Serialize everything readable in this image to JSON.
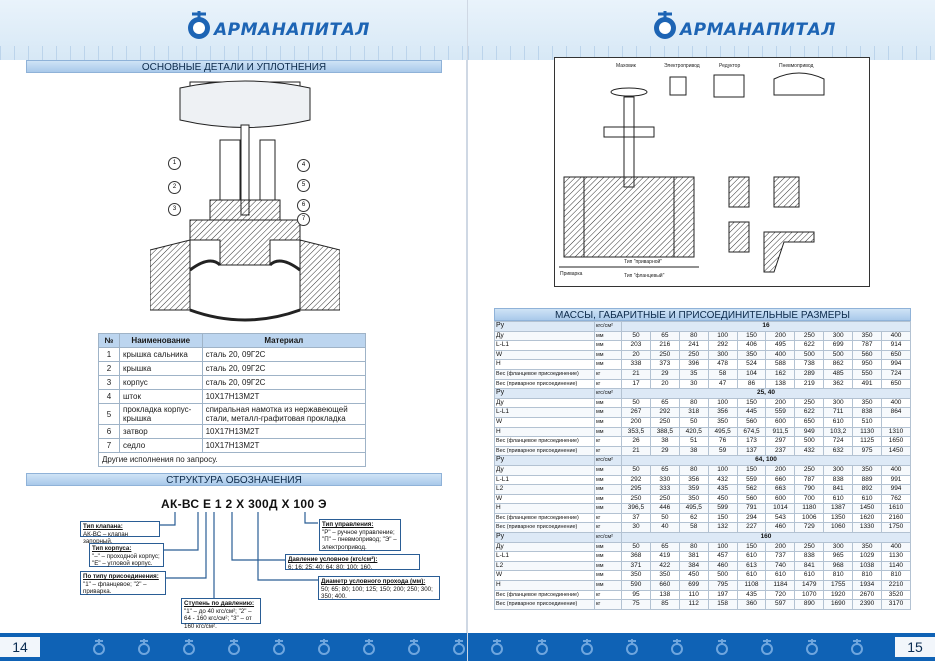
{
  "brand": {
    "name": "АРМАНАПИТАЛ"
  },
  "left_page": {
    "section1_title": "ОСНОВНЫЕ ДЕТАЛИ И УПЛОТНЕНИЯ",
    "callouts": [
      "1",
      "2",
      "3",
      "4",
      "5",
      "6",
      "7"
    ],
    "materials_table": {
      "headers": [
        "№",
        "Наименование",
        "Материал"
      ],
      "rows": [
        [
          "1",
          "крышка сальника",
          "сталь 20, 09Г2С"
        ],
        [
          "2",
          "крышка",
          "сталь 20, 09Г2С"
        ],
        [
          "3",
          "корпус",
          "сталь 20, 09Г2С"
        ],
        [
          "4",
          "шток",
          "10Х17Н13М2Т"
        ],
        [
          "5",
          "прокладка корпус-крышка",
          "спиральная намотка из нержавеющей стали, металл-графитовая прокладка"
        ],
        [
          "6",
          "затвор",
          "10Х17Н13М2Т"
        ],
        [
          "7",
          "седло",
          "10Х17Н13М2Т"
        ]
      ],
      "note": "Другие исполнения по запросу."
    },
    "section2_title": "СТРУКТУРА ОБОЗНАЧЕНИЯ",
    "code": "АК-ВС Е 1 2 Х 300Д Х 100 Э",
    "legend": {
      "valve_type": {
        "title": "Тип клапана:",
        "text": "АК-ВС – клапан запорный."
      },
      "body_type": {
        "title": "Тип корпуса:",
        "text": "\"–\" – проходной корпус; \"Е\" – угловой корпус."
      },
      "connection": {
        "title": "По типу присоединения:",
        "text": "\"1\" – фланцевое; \"2\" – приварка."
      },
      "pressure_step": {
        "title": "Ступень по давлению:",
        "text": "\"1\" – до 40 кгс/см²; \"2\" – 64 - 160 кгс/см²; \"3\" – от 160 кгс/см²."
      },
      "control": {
        "title": "Тип управления:",
        "text": "\"Р\" – ручное управление; \"П\" – пневмопривод; \"Э\" – электропривод."
      },
      "pressure": {
        "title": "Давление условное (кгс/см²):",
        "text": "6; 16; 25; 40; 64; 80; 100; 160."
      },
      "diameter": {
        "title": "Диаметр условного прохода (мм):",
        "text": "50; 65; 80; 100; 125; 150; 200; 250; 300; 350; 400."
      }
    },
    "page_number": "14"
  },
  "right_page": {
    "drawing_labels": {
      "manual": "Маховик",
      "electric": "Электропривод",
      "reducer": "Редуктор",
      "pneumatic": "Пневмопривод",
      "weld": "Тип \"приварной\"",
      "flange": "Тип \"фланцевый\"",
      "welding": "Приварка"
    },
    "table_title": "МАССЫ, ГАБАРИТНЫЕ И ПРИСОЕДИНИТЕЛЬНЫЕ РАЗМЕРЫ",
    "dims": {
      "blocks": [
        {
          "py": "16",
          "unit": "кгс/см²",
          "rows": [
            [
              "Ду",
              "мм",
              "50",
              "65",
              "80",
              "100",
              "150",
              "200",
              "250",
              "300",
              "350",
              "400"
            ],
            [
              "L-L1",
              "мм",
              "203",
              "216",
              "241",
              "292",
              "406",
              "495",
              "622",
              "699",
              "787",
              "914"
            ],
            [
              "W",
              "мм",
              "20",
              "250",
              "250",
              "300",
              "350",
              "400",
              "500",
              "500",
              "560",
              "650"
            ],
            [
              "H",
              "мм",
              "338",
              "373",
              "396",
              "478",
              "524",
              "588",
              "738",
              "862",
              "950",
              "994"
            ],
            [
              "Вес (фланцевое присоединение)",
              "кг",
              "21",
              "29",
              "35",
              "58",
              "104",
              "162",
              "289",
              "485",
              "550",
              "724"
            ],
            [
              "Вес (приварное присоединение)",
              "кг",
              "17",
              "20",
              "30",
              "47",
              "86",
              "138",
              "219",
              "362",
              "491",
              "650"
            ]
          ]
        },
        {
          "py": "25, 40",
          "unit": "кгс/см²",
          "rows": [
            [
              "Ду",
              "мм",
              "50",
              "65",
              "80",
              "100",
              "150",
              "200",
              "250",
              "300",
              "350",
              "400"
            ],
            [
              "L-L1",
              "мм",
              "267",
              "292",
              "318",
              "356",
              "445",
              "559",
              "622",
              "711",
              "838",
              "864"
            ],
            [
              "W",
              "мм",
              "200",
              "250",
              "50",
              "350",
              "560",
              "600",
              "650",
              "610",
              "510",
              ""
            ],
            [
              "H",
              "мм",
              "353,5",
              "388,5",
              "420,5",
              "495,5",
              "674,5",
              "911,5",
              "949",
              "103,2",
              "1130",
              "1310"
            ],
            [
              "Вес (фланцевое присоединение)",
              "кг",
              "26",
              "38",
              "51",
              "76",
              "173",
              "297",
              "500",
              "724",
              "1125",
              "1650"
            ],
            [
              "Вес (приварное присоединение)",
              "кг",
              "21",
              "29",
              "38",
              "59",
              "137",
              "237",
              "432",
              "632",
              "975",
              "1450"
            ]
          ]
        },
        {
          "py": "64, 100",
          "unit": "кгс/см²",
          "rows": [
            [
              "Ду",
              "мм",
              "50",
              "65",
              "80",
              "100",
              "150",
              "200",
              "250",
              "300",
              "350",
              "400"
            ],
            [
              "L-L1",
              "мм",
              "292",
              "330",
              "356",
              "432",
              "559",
              "660",
              "787",
              "838",
              "889",
              "991"
            ],
            [
              "L2",
              "мм",
              "295",
              "333",
              "359",
              "435",
              "562",
              "663",
              "790",
              "841",
              "892",
              "994"
            ],
            [
              "W",
              "мм",
              "250",
              "250",
              "350",
              "450",
              "560",
              "600",
              "700",
              "610",
              "610",
              "762"
            ],
            [
              "H",
              "мм",
              "396,5",
              "446",
              "495,5",
              "599",
              "791",
              "1014",
              "1180",
              "1387",
              "1450",
              "1610"
            ],
            [
              "Вес (фланцевое присоединение)",
              "кг",
              "37",
              "50",
              "62",
              "150",
              "294",
              "543",
              "1006",
              "1350",
              "1620",
              "2160"
            ],
            [
              "Вес (приварное присоединение)",
              "кг",
              "30",
              "40",
              "58",
              "132",
              "227",
              "460",
              "729",
              "1060",
              "1330",
              "1750"
            ]
          ]
        },
        {
          "py": "160",
          "unit": "кгс/см²",
          "rows": [
            [
              "Ду",
              "мм",
              "50",
              "65",
              "80",
              "100",
              "150",
              "200",
              "250",
              "300",
              "350",
              "400"
            ],
            [
              "L-L1",
              "мм",
              "368",
              "419",
              "381",
              "457",
              "610",
              "737",
              "838",
              "965",
              "1029",
              "1130"
            ],
            [
              "L2",
              "мм",
              "371",
              "422",
              "384",
              "460",
              "613",
              "740",
              "841",
              "968",
              "1038",
              "1140"
            ],
            [
              "W",
              "мм",
              "350",
              "350",
              "450",
              "500",
              "610",
              "610",
              "610",
              "810",
              "810",
              "810"
            ],
            [
              "H",
              "мм",
              "590",
              "660",
              "699",
              "795",
              "1108",
              "1184",
              "1479",
              "1755",
              "1934",
              "2210"
            ],
            [
              "Вес (фланцевое присоединение)",
              "кг",
              "95",
              "138",
              "110",
              "197",
              "435",
              "720",
              "1070",
              "1920",
              "2670",
              "3520"
            ],
            [
              "Вес (приварное присоединение)",
              "кг",
              "75",
              "85",
              "112",
              "158",
              "360",
              "597",
              "890",
              "1690",
              "2390",
              "3170"
            ]
          ]
        }
      ]
    },
    "page_number": "15"
  }
}
